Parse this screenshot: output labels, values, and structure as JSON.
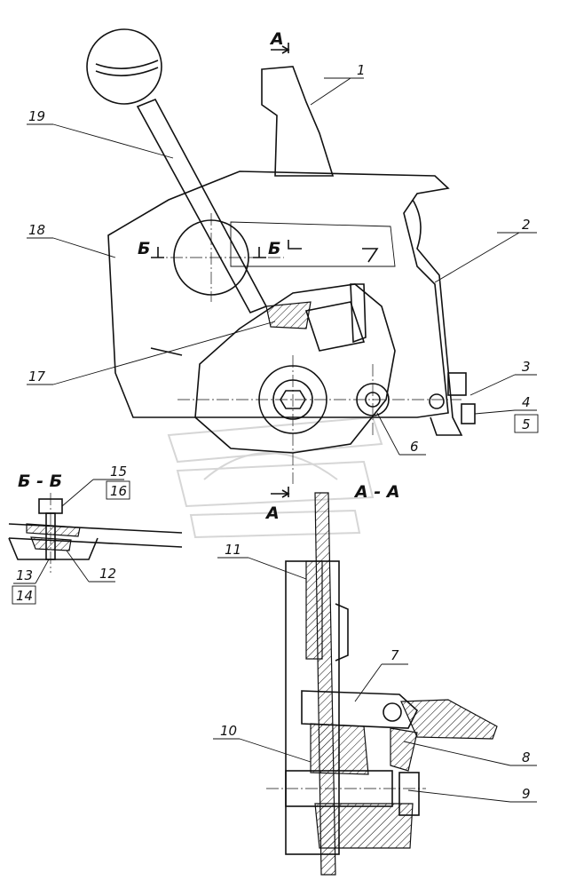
{
  "labels": {
    "l1": "1",
    "l2": "2",
    "l3": "3",
    "l4": "4",
    "l5": "5",
    "l6": "6",
    "l7": "7",
    "l8": "8",
    "l9": "9",
    "l10": "10",
    "l11": "11",
    "l12": "12",
    "l13": "13",
    "l14": "14",
    "l15": "15",
    "l16": "16",
    "l17": "17",
    "l18": "18",
    "l19": "19"
  },
  "sections": {
    "a_top": "А",
    "a_bottom": "А",
    "aa": "А - А",
    "b_left": "Б",
    "b_right": "Б",
    "bb": "Б - Б"
  }
}
